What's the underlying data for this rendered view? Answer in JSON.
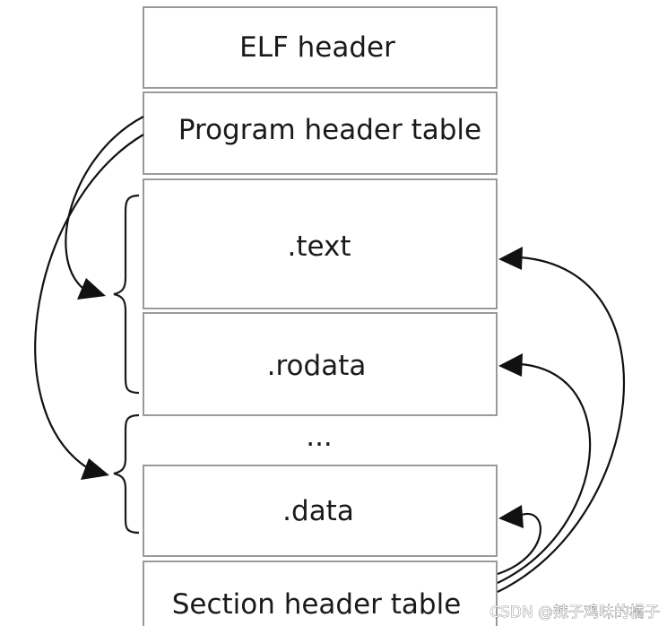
{
  "sections": {
    "elf_header": "ELF header",
    "program_header_table": "Program header table",
    "text": ".text",
    "rodata": ".rodata",
    "ellipsis": "...",
    "data": ".data",
    "section_header_table": "Section header table"
  },
  "watermark": "CSDN @辣子鸡味的橘子",
  "colors": {
    "box_stroke": "#9a9a9a",
    "text": "#1a1a1a",
    "arrows": "#111111"
  }
}
